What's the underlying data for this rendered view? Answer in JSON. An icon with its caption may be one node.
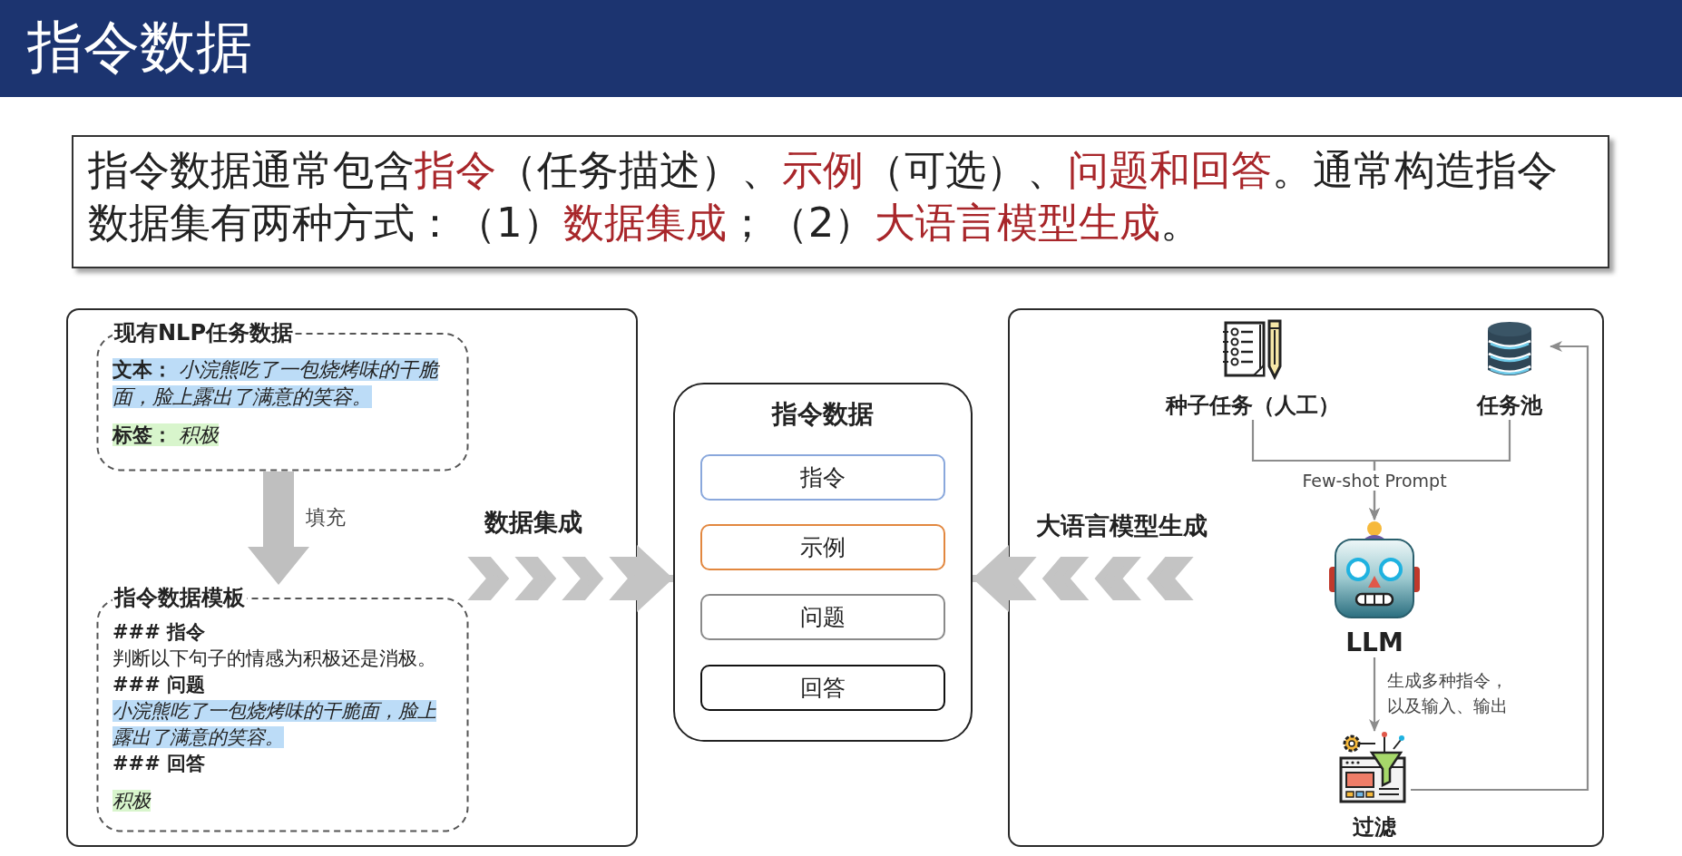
{
  "diagram": {
    "title": "指令数据",
    "nodes": [
      {
        "text": [
          "指令数据通常包含**指令**（任务描述）、**示例**（可选）、**问题和回答**。通常构造指令数据集有两种方式：（1）**数据集成**；（2）**大语言模型生成**。"
        ]
      },
      {
        "text": [],
        "shape": "box"
      },
      {
        "text": [
          "现有NLP任务数据",
          "**文本：** *小浣熊吃了一包烧烤味的干脆面，脸上露出了满意的笑容。*",
          "**标签：** *积极*"
        ],
        "in": 1
      },
      {
        "text": [
          "指令数据模板",
          "### 指令",
          "判断以下句子的情感为积极还是消极。",
          "### 问题",
          "小浣熊吃了一包烧烤味的干脆面，脸上露出了满意的笑容。",
          "### 回答",
          "积极"
        ],
        "in": 1
      },
      {
        "text": [
          "指令数据"
        ]
      },
      {
        "text": [
          "指令"
        ],
        "in": 4
      },
      {
        "text": [
          "示例"
        ],
        "in": 4
      },
      {
        "text": [
          "问题"
        ],
        "in": 4
      },
      {
        "text": [
          "回答"
        ],
        "in": 4
      },
      {
        "text": [],
        "shape": "box"
      },
      {
        "text": [
          "种子任务（人工）"
        ],
        "in": 9
      },
      {
        "text": [
          "任务池"
        ],
        "in": 9
      },
      {
        "text": [
          "LLM"
        ],
        "in": 9
      },
      {
        "text": [
          "过滤"
        ],
        "in": 9
      }
    ],
    "edges": [
      {
        "from": 2,
        "to": 3,
        "arrow": "to",
        "label": "填充",
        "style": "thick",
        "color": "#bfbfbf"
      },
      {
        "from": null,
        "to": 4,
        "arrow": "to",
        "label": "数据集成",
        "style": "thick",
        "color": "#c4c4c4"
      },
      {
        "from": null,
        "to": 4,
        "arrow": "to",
        "label": "大语言模型生成",
        "style": "thick",
        "color": "#c4c4c4"
      },
      {
        "from": 10,
        "to": 12,
        "arrow": "to",
        "label": "Few-shot Prompt"
      },
      {
        "from": 11,
        "to": 12,
        "arrow": "to"
      },
      {
        "from": 12,
        "to": 13,
        "arrow": "to",
        "label": "生成多种指令，以及输入、输出"
      },
      {
        "from": 13,
        "to": 11,
        "arrow": "to"
      }
    ]
  }
}
